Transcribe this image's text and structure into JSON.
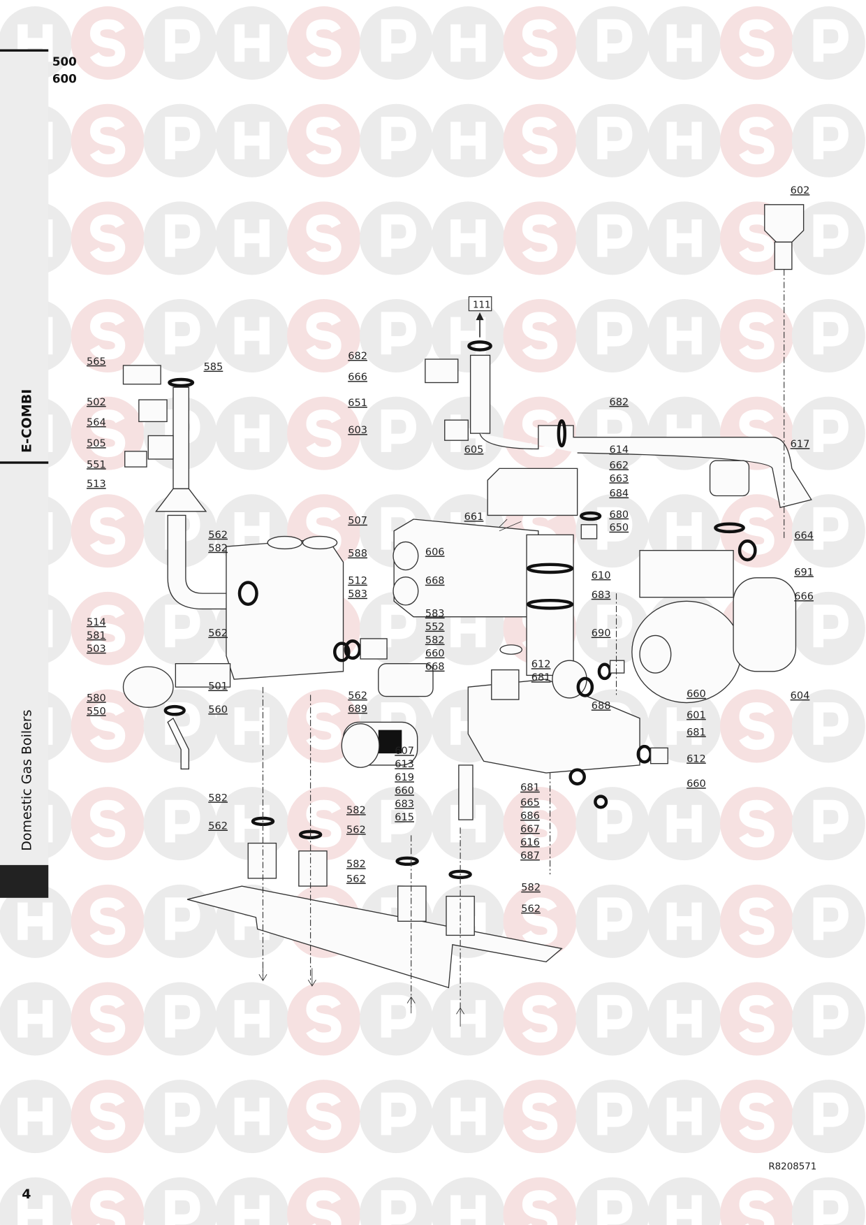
{
  "header": {
    "model_line_1": "500",
    "model_line_2": "600"
  },
  "sidebar": {
    "product": "E-COMBI",
    "category": "Domestic Gas Boilers"
  },
  "footer": {
    "page_number": "4",
    "drawing_ref": "R8208571"
  },
  "reference_box": "111",
  "watermark": {
    "letters": [
      "H",
      "S",
      "P"
    ],
    "grey": "#ebebeb",
    "pink": "#f6e1e1"
  },
  "labels": [
    "565",
    "585",
    "502",
    "564",
    "505",
    "551",
    "513",
    "562",
    "582",
    "507",
    "588",
    "606",
    "610",
    "683",
    "512",
    "583",
    "668",
    "514",
    "581",
    "503",
    "562",
    "583",
    "552",
    "582",
    "660",
    "668",
    "612",
    "681",
    "690",
    "688",
    "660",
    "604",
    "501",
    "560",
    "562",
    "689",
    "580",
    "550",
    "607",
    "613",
    "619",
    "660",
    "683",
    "615",
    "681",
    "665",
    "686",
    "667",
    "616",
    "687",
    "601",
    "681",
    "612",
    "660",
    "582",
    "562",
    "582",
    "562",
    "582",
    "562",
    "582",
    "562",
    "682",
    "666",
    "651",
    "603",
    "682",
    "614",
    "662",
    "663",
    "684",
    "680",
    "650",
    "617",
    "664",
    "691",
    "666",
    "661",
    "605",
    "602"
  ]
}
